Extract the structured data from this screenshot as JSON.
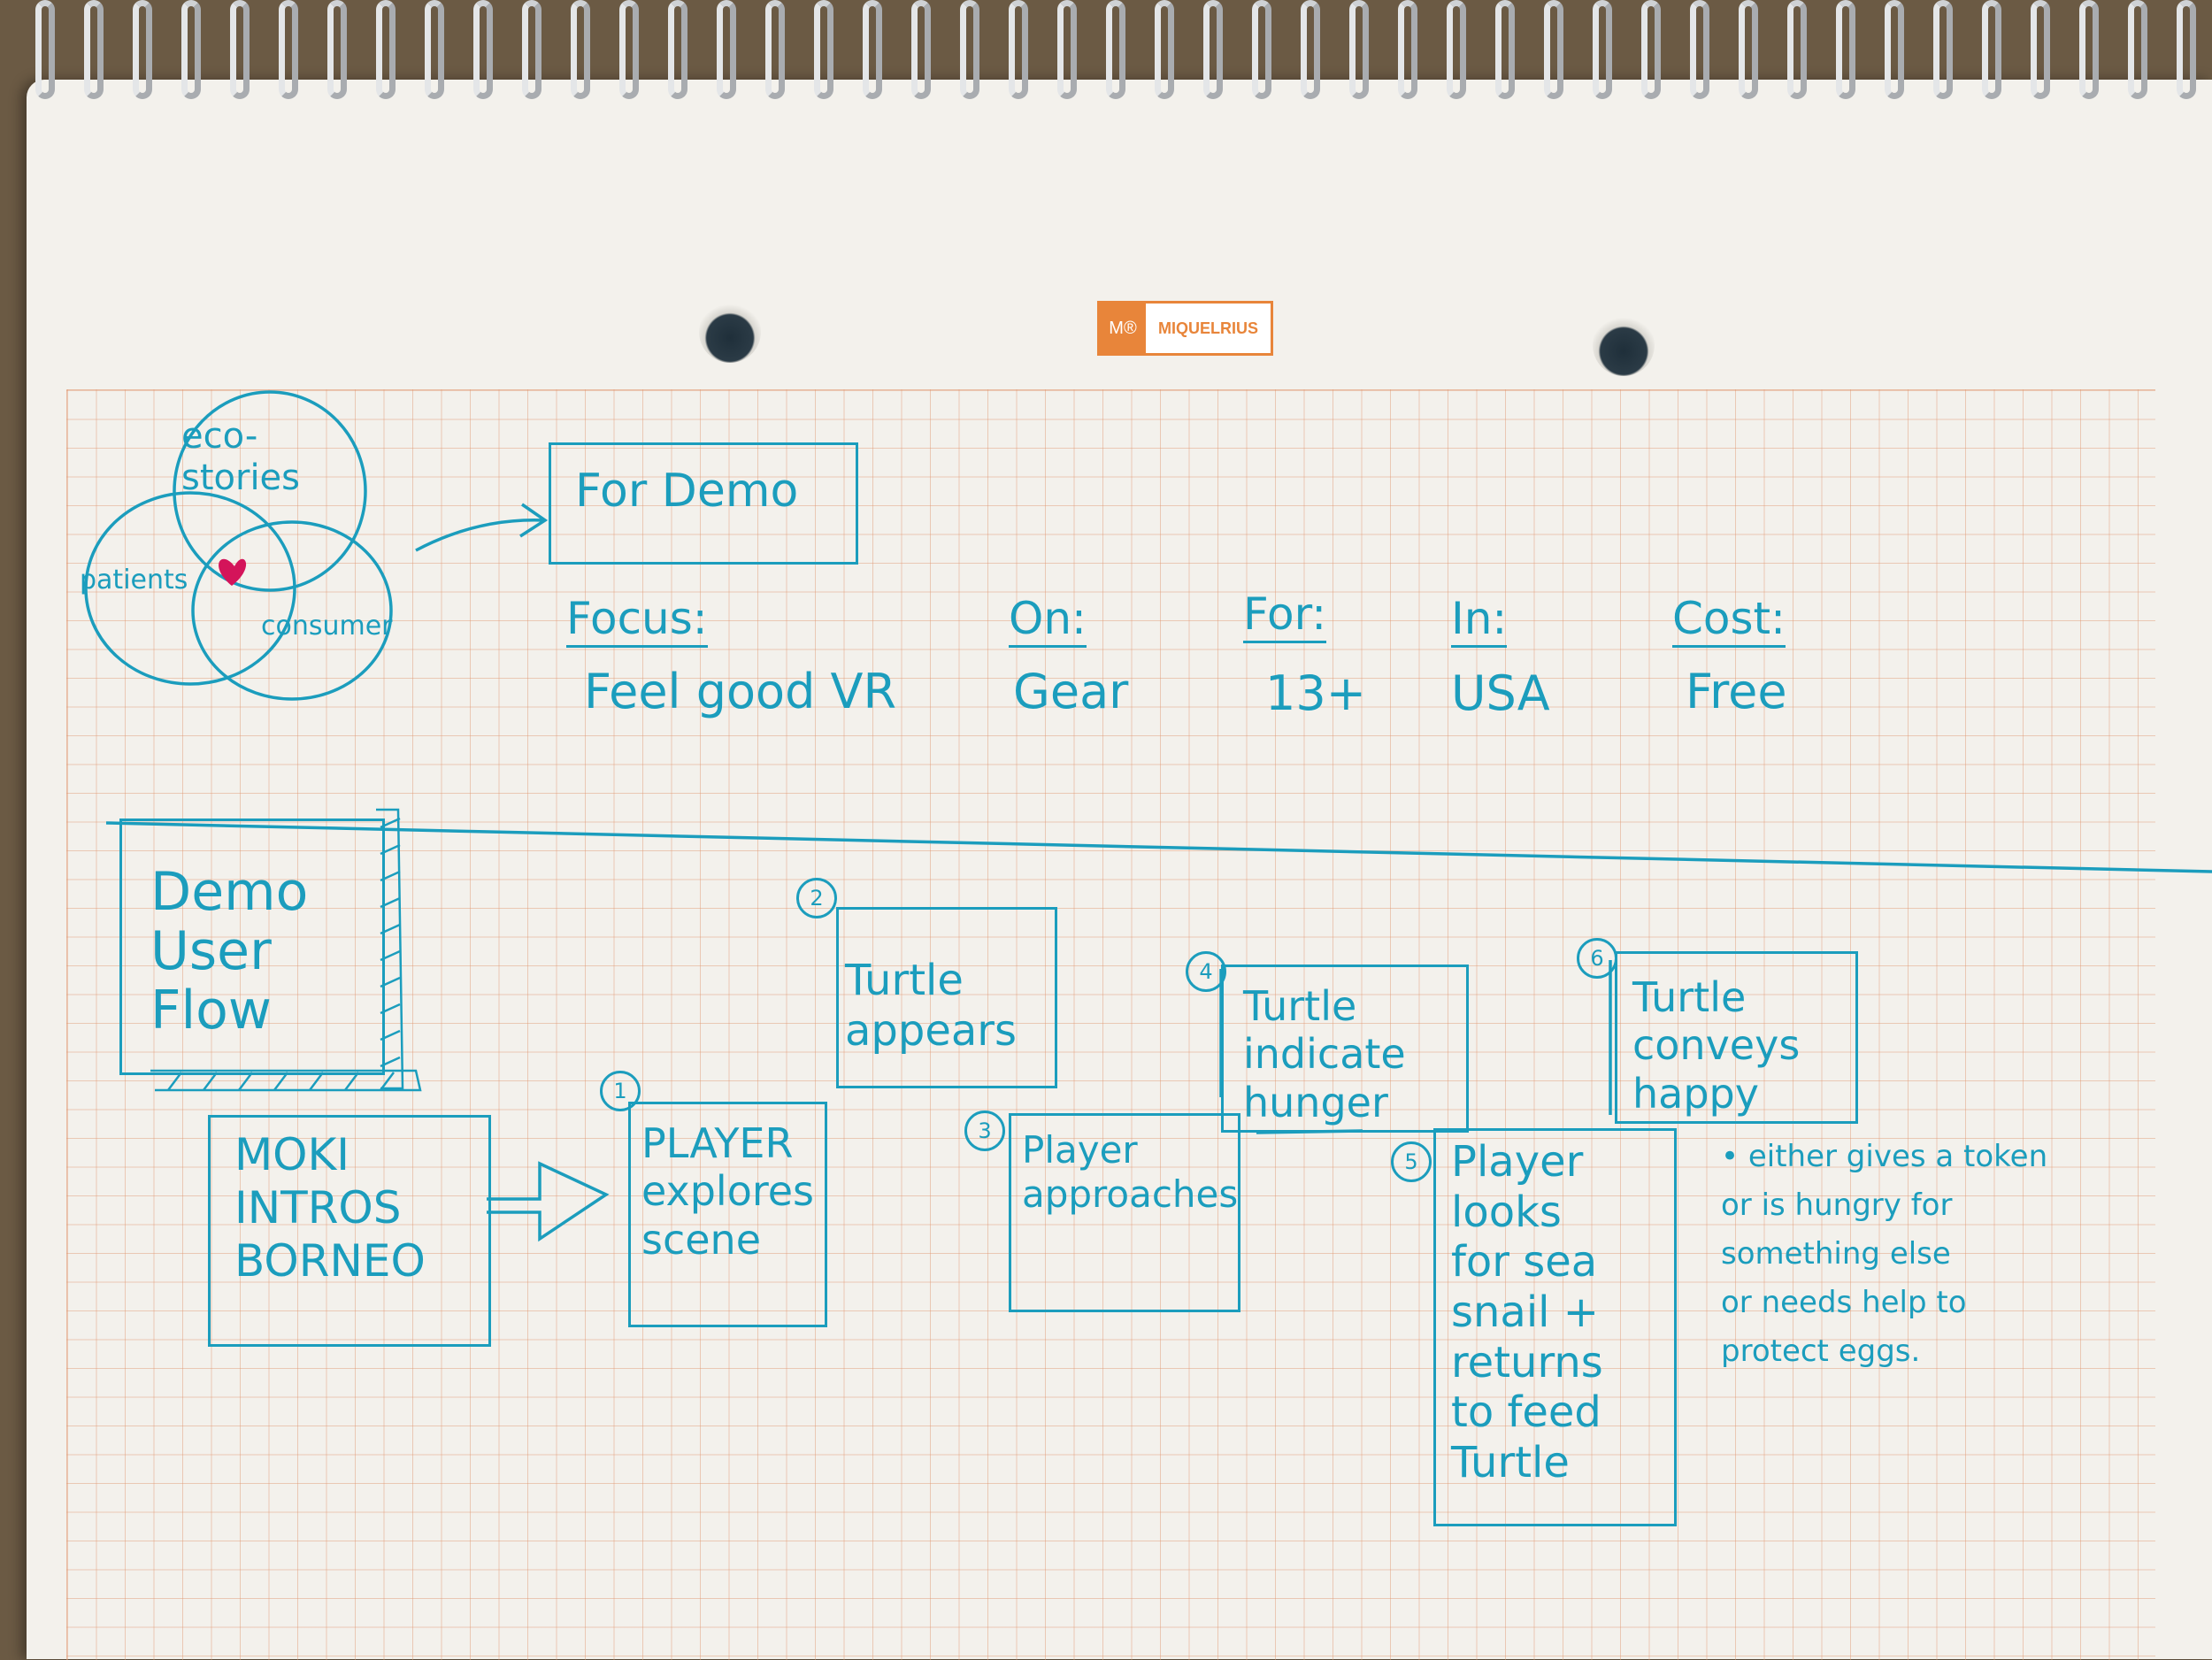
{
  "notebook": {
    "brand_mark": "M®",
    "brand_name": "MIQUELRIUS"
  },
  "venn": {
    "circle_top": "eco-\nstories",
    "circle_left": "patients",
    "circle_right": "consumer"
  },
  "demo_box": {
    "label": "For Demo"
  },
  "specs": [
    {
      "label": "Focus:",
      "value": "Feel good VR"
    },
    {
      "label": "On:",
      "value": "Gear"
    },
    {
      "label": "For:",
      "value": "13+"
    },
    {
      "label": "In:",
      "value": "USA"
    },
    {
      "label": "Cost:",
      "value": "Free"
    }
  ],
  "flow_title": "Demo\nUser\nFlow",
  "intro_box": "MOKI\nINTROS\nBORNEO",
  "steps": [
    {
      "number": "1",
      "text": "PLAYER\nexplores\nscene"
    },
    {
      "number": "2",
      "text": "Turtle\nappears"
    },
    {
      "number": "3",
      "text": "Player\napproaches"
    },
    {
      "number": "4",
      "text": "Turtle\nindicate\nhunger"
    },
    {
      "number": "5",
      "text": "Player\nlooks\nfor sea\nsnail +\nreturns\nto feed\nTurtle"
    },
    {
      "number": "6",
      "text": "Turtle\nconveys\nhappy"
    }
  ],
  "note": "• either gives a token\nor is hungry for\nsomething else\nor needs help to\nprotect eggs.",
  "colors": {
    "ink": "#1b9dbd",
    "heart": "#d4145a",
    "grid": "#e1966e",
    "brand": "#e8853a"
  }
}
